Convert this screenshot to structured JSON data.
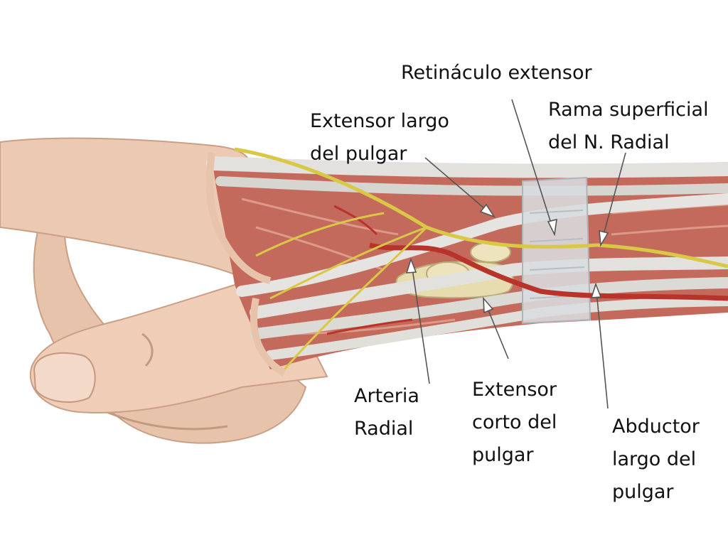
{
  "labels": {
    "retinaculo": {
      "lines": [
        "Retináculo extensor"
      ]
    },
    "extensor_largo": {
      "lines": [
        "Extensor largo",
        "del pulgar"
      ]
    },
    "rama_superficial": {
      "lines": [
        "Rama superficial",
        "del N. Radial"
      ]
    },
    "arteria_radial": {
      "lines": [
        "Arteria",
        "Radial"
      ]
    },
    "extensor_corto": {
      "lines": [
        "Extensor",
        "corto del",
        "pulgar"
      ]
    },
    "abductor_largo": {
      "lines": [
        "Abductor",
        "largo del",
        "pulgar"
      ]
    }
  },
  "colors": {
    "skin": "#ecc9b2",
    "skin_shadow": "#c99f85",
    "muscle": "#c46a5c",
    "muscle_light": "#dd9a88",
    "tendon": "#e3e1dd",
    "retinaculum": "#d8dcdf",
    "nerve": "#d8c845",
    "artery": "#b8332a",
    "bone": "#e6dcb0",
    "leader": "#555555"
  }
}
